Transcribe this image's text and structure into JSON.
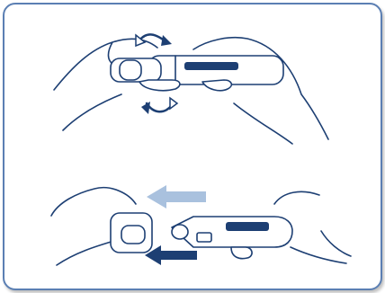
{
  "figure": {
    "panels": [
      {
        "step": "twist-cap-off",
        "description_icons": [
          "curved-arrow-up-left",
          "curved-arrow-down-right"
        ]
      },
      {
        "step": "pull-cap-off",
        "description_icons": [
          "arrow-left-light",
          "arrow-left-dark"
        ]
      }
    ]
  },
  "colors": {
    "outline": "#1d3f73",
    "dark_accent": "#1d3f73",
    "light_accent": "#a9c1de",
    "frame_border": "#5b7fb3"
  }
}
